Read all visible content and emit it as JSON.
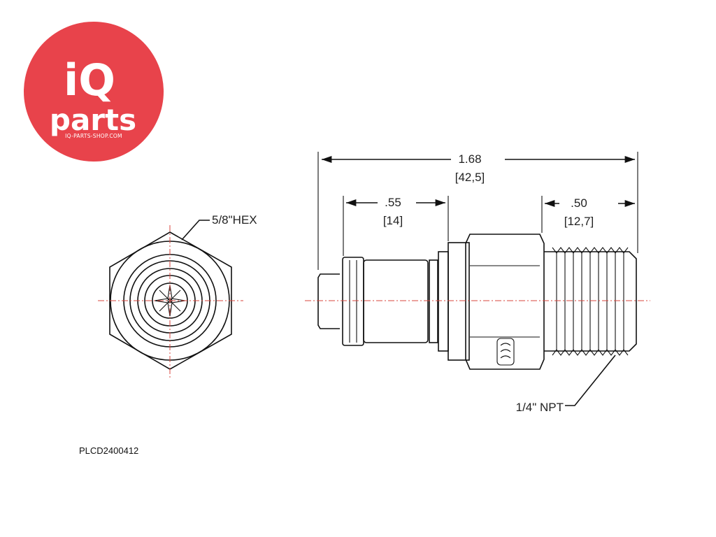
{
  "logo": {
    "line1": "iQ",
    "line2": "parts",
    "url": "IQ-PARTS-SHOP.COM",
    "color": "#e8434b"
  },
  "drawing": {
    "hex_label": "5/8\"HEX",
    "overall_length": "1.68",
    "overall_length_mm": "[42,5]",
    "left_length": ".55",
    "left_length_mm": "[14]",
    "right_length": ".50",
    "right_length_mm": "[12,7]",
    "thread_label": "1/4\" NPT",
    "centerline_color": "#d9453c"
  },
  "part_number": "PLCD2400412"
}
